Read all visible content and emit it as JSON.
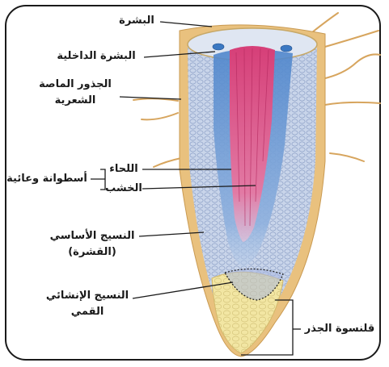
{
  "labels": {
    "epidermis": "البشرة",
    "endodermis": "البشرة الداخلية",
    "root_hairs_line1": "الجذور الماصة",
    "root_hairs_line2": "الشعرية",
    "phloem": "اللحاء",
    "xylem": "الخشب",
    "vascular_cylinder": "أسطوانة وعائية",
    "ground_tissue_line1": "النسيج الأساسي",
    "ground_tissue_line2": "(القشرة)",
    "meristem_line1": "النسيج الإنشائي",
    "meristem_line2": "القمي",
    "root_cap": "قلنسوة الجذر"
  },
  "colors": {
    "cortex": "#c9d5ea",
    "outer_skin": "#e9c17e",
    "root_cap": "#f2e6a3",
    "xylem": "#d94d80",
    "phloem": "#5f90d0",
    "line": "#1a1a1a"
  }
}
